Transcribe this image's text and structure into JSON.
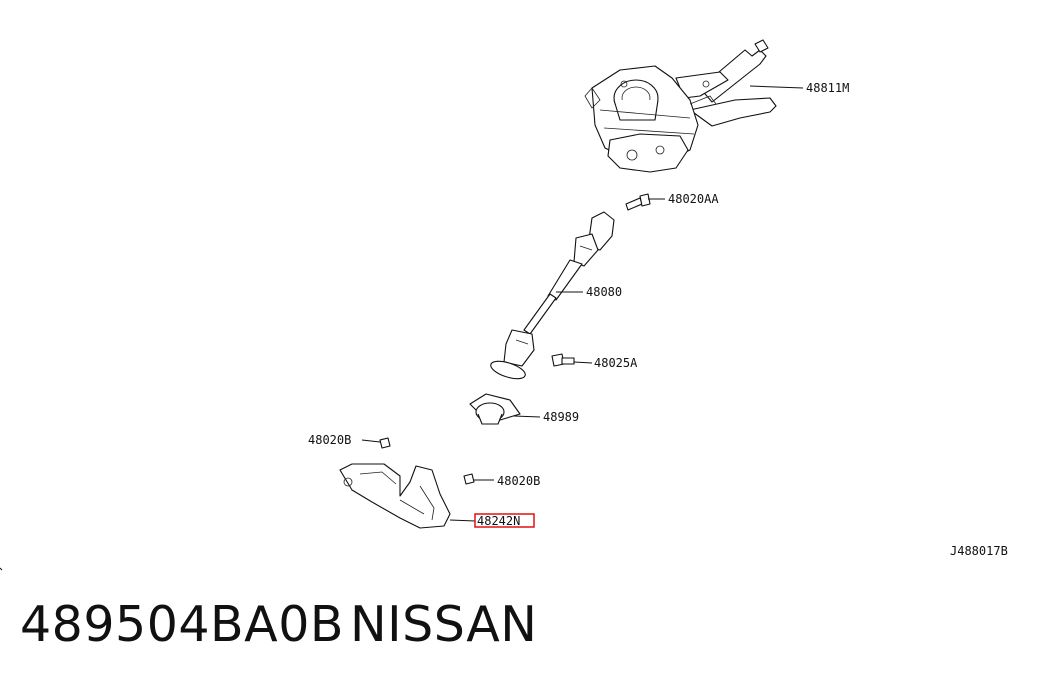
{
  "diagram": {
    "ref_code": "J488017B",
    "parts": [
      {
        "id": "column-assembly",
        "label": "48811M"
      },
      {
        "id": "column-bolt",
        "label": "48020AA"
      },
      {
        "id": "lower-joint-shaft",
        "label": "48080"
      },
      {
        "id": "joint-bolt",
        "label": "48025A"
      },
      {
        "id": "hole-seal",
        "label": "48989"
      },
      {
        "id": "nut-left",
        "label": "48020B"
      },
      {
        "id": "nut-right",
        "label": "48020B"
      },
      {
        "id": "cover",
        "label": "48242N",
        "highlighted": true,
        "highlight_color": "#e01010"
      }
    ]
  },
  "footer": {
    "part_number": "489504BA0B",
    "brand": "NISSAN"
  }
}
